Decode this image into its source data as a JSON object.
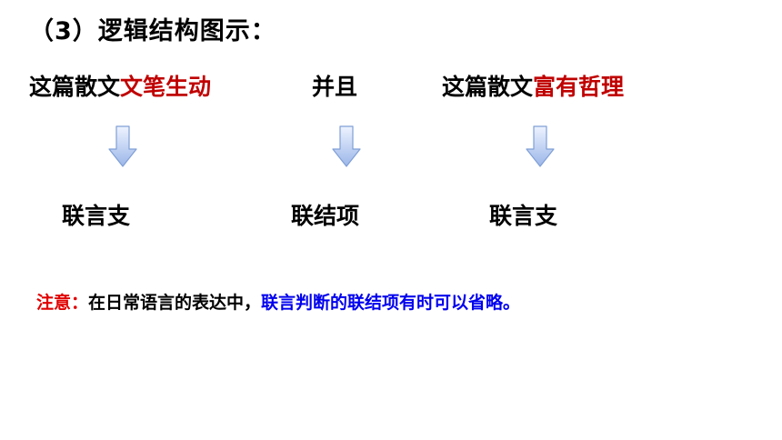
{
  "heading": "（3）逻辑结构图示：",
  "top_row": {
    "left": {
      "prefix": "这篇散文",
      "highlight": "文笔生动"
    },
    "middle": "并且",
    "right": {
      "prefix": "这篇散文",
      "highlight": "富有哲理"
    }
  },
  "bottom_row": {
    "left": "联言支",
    "middle": "联结项",
    "right": "联言支"
  },
  "note": {
    "label": "注意：",
    "plain": "在日常语言的表达中，",
    "blue": "联言判断的联结项有时可以省略。"
  },
  "arrow_icon": "arrow-down-icon",
  "colors": {
    "text": "#000000",
    "highlight_red": "#c00000",
    "note_red": "#e00000",
    "blue": "#0000ee",
    "arrow_fill_top": "#eef3ff",
    "arrow_fill_bottom": "#9bb6e8",
    "arrow_stroke": "#7f9fd6"
  }
}
